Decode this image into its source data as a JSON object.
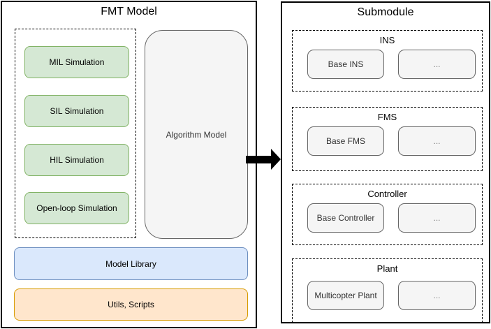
{
  "fmt_model": {
    "title": "FMT Model",
    "simulations": [
      {
        "label": "MIL Simulation"
      },
      {
        "label": "SIL Simulation"
      },
      {
        "label": "HIL Simulation"
      },
      {
        "label": "Open-loop Simulation"
      }
    ],
    "algorithm_model_label": "Algorithm Model",
    "model_library_label": "Model Library",
    "utils_scripts_label": "Utils, Scripts"
  },
  "submodule": {
    "title": "Submodule",
    "groups": [
      {
        "label": "INS",
        "base": "Base INS",
        "more": "..."
      },
      {
        "label": "FMS",
        "base": "Base FMS",
        "more": "..."
      },
      {
        "label": "Controller",
        "base": "Base Controller",
        "more": "..."
      },
      {
        "label": "Plant",
        "base": "Multicopter Plant",
        "more": "..."
      }
    ]
  },
  "arrow": {
    "direction": "right"
  },
  "colors": {
    "simulation_fill": "#d5e8d4",
    "simulation_border": "#82b366",
    "library_fill": "#dae8fc",
    "library_border": "#6c8ebf",
    "utils_fill": "#ffe6cc",
    "utils_border": "#d79b00",
    "neutral_fill": "#f5f5f5",
    "neutral_border": "#666666",
    "outline": "#000000"
  }
}
